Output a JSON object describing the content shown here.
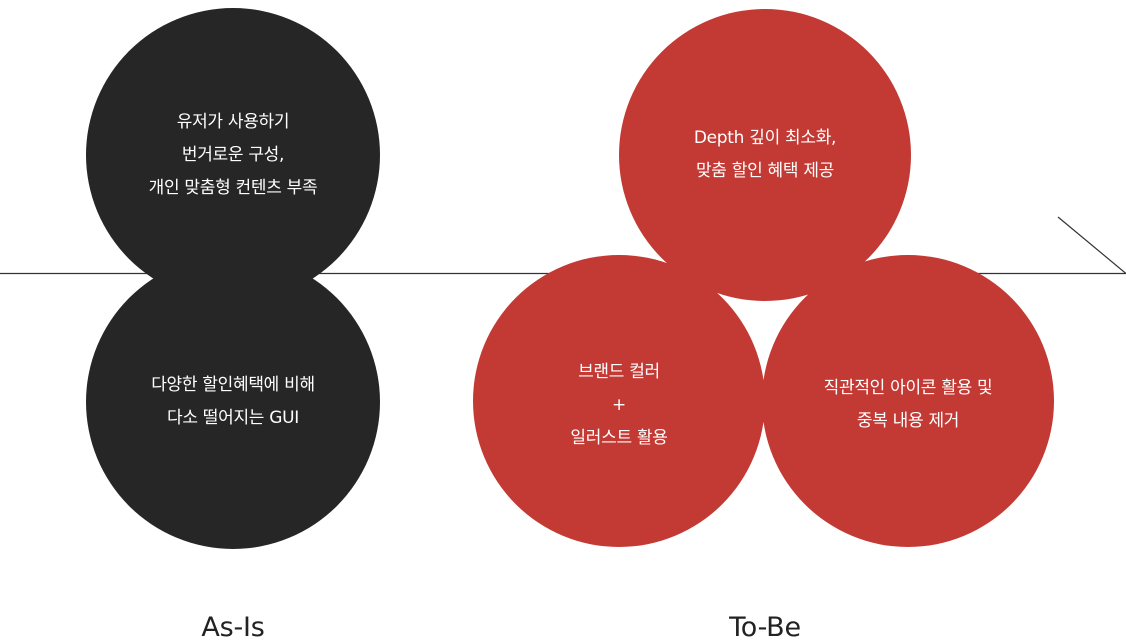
{
  "as_is": {
    "label": "As-Is",
    "color": "#262626",
    "circles": [
      {
        "lines": [
          "유저가 사용하기",
          "번거로운 구성,",
          "개인 맞춤형 컨텐츠 부족"
        ]
      },
      {
        "lines": [
          "다양한 할인혜택에 비해",
          "다소 떨어지는 GUI"
        ]
      }
    ]
  },
  "to_be": {
    "label": "To-Be",
    "color": "#c33a34",
    "circles": [
      {
        "lines": [
          "Depth 깊이 최소화,",
          "맞춤 할인 혜택 제공"
        ]
      },
      {
        "lines": [
          "브랜드 컬러",
          "+",
          "일러스트 활용"
        ]
      },
      {
        "lines": [
          "직관적인 아이콘 활용 및",
          "중복 내용 제거"
        ]
      }
    ]
  }
}
